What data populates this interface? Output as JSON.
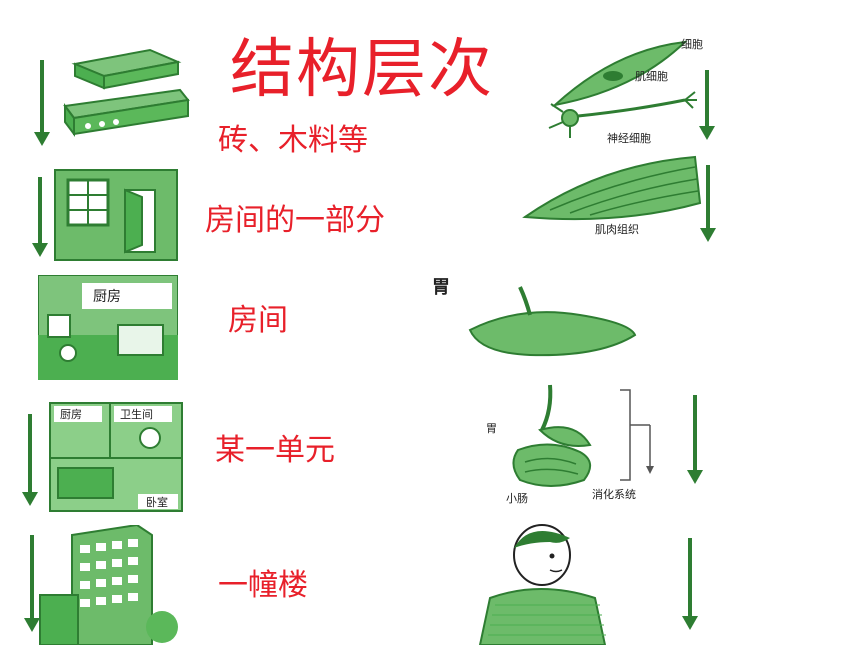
{
  "title": "结构层次",
  "colors": {
    "title": "#e8202a",
    "label": "#e8202a",
    "green": "#4caf50",
    "dark_green": "#2e7d32"
  },
  "left_levels": [
    {
      "label": "砖、木料等"
    },
    {
      "label": "房间的一部分"
    },
    {
      "label": "房间",
      "picture_text": "厨房"
    },
    {
      "label": "某一单元",
      "picture_text": [
        "厨房",
        "卫生间",
        "卧室"
      ]
    },
    {
      "label": "一幢楼"
    }
  ],
  "right_levels": [
    {
      "picture_text": [
        "细胞",
        "肌细胞",
        "神经细胞"
      ]
    },
    {
      "picture_text": "肌肉组织"
    },
    {
      "picture_text": "胃"
    },
    {
      "picture_text": [
        "胃",
        "小肠",
        "消化系统"
      ]
    },
    {
      "picture_text": ""
    }
  ]
}
